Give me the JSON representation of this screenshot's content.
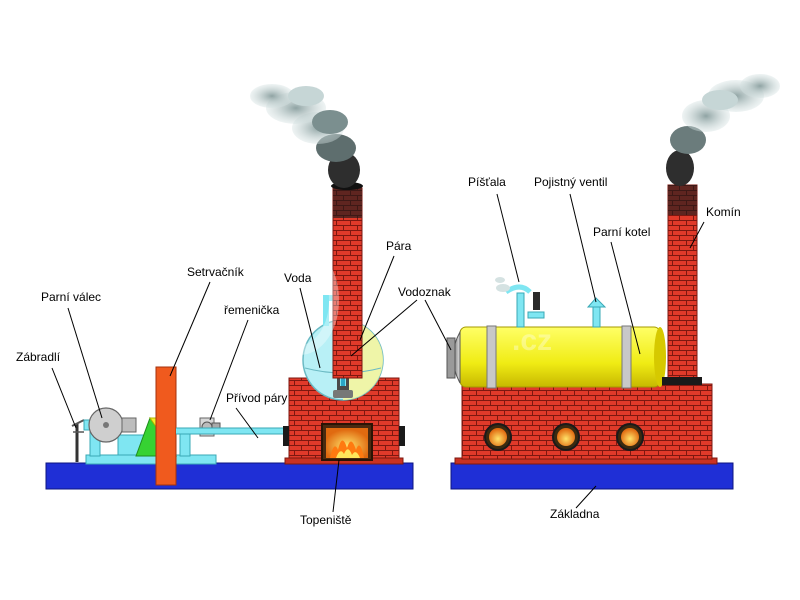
{
  "labels": {
    "zabradli": "Zábradlí",
    "parni_valec": "Parní válec",
    "setrvacnik": "Setrvačník",
    "remenicka": "řemenička",
    "privod_pary": "Přívod páry",
    "voda": "Voda",
    "para": "Pára",
    "vodoznak": "Vodoznak",
    "topeniste": "Topeniště",
    "pistala": "Píšťala",
    "pojistny_ventil": "Pojistný ventil",
    "parni_kotel": "Parní kotel",
    "komin": "Komín",
    "zakladna": "Základna"
  },
  "watermark": ".cz",
  "colors": {
    "base": "#1f2fd6",
    "brick": "#e03a2a",
    "mortar": "#7d1810",
    "boiler_yellow": "#f2f21a",
    "pipe_cyan": "#7fe6f2",
    "flywheel_orange": "#f05a1e",
    "fire": "#ffa51a",
    "smoke": "#aebfbf"
  }
}
